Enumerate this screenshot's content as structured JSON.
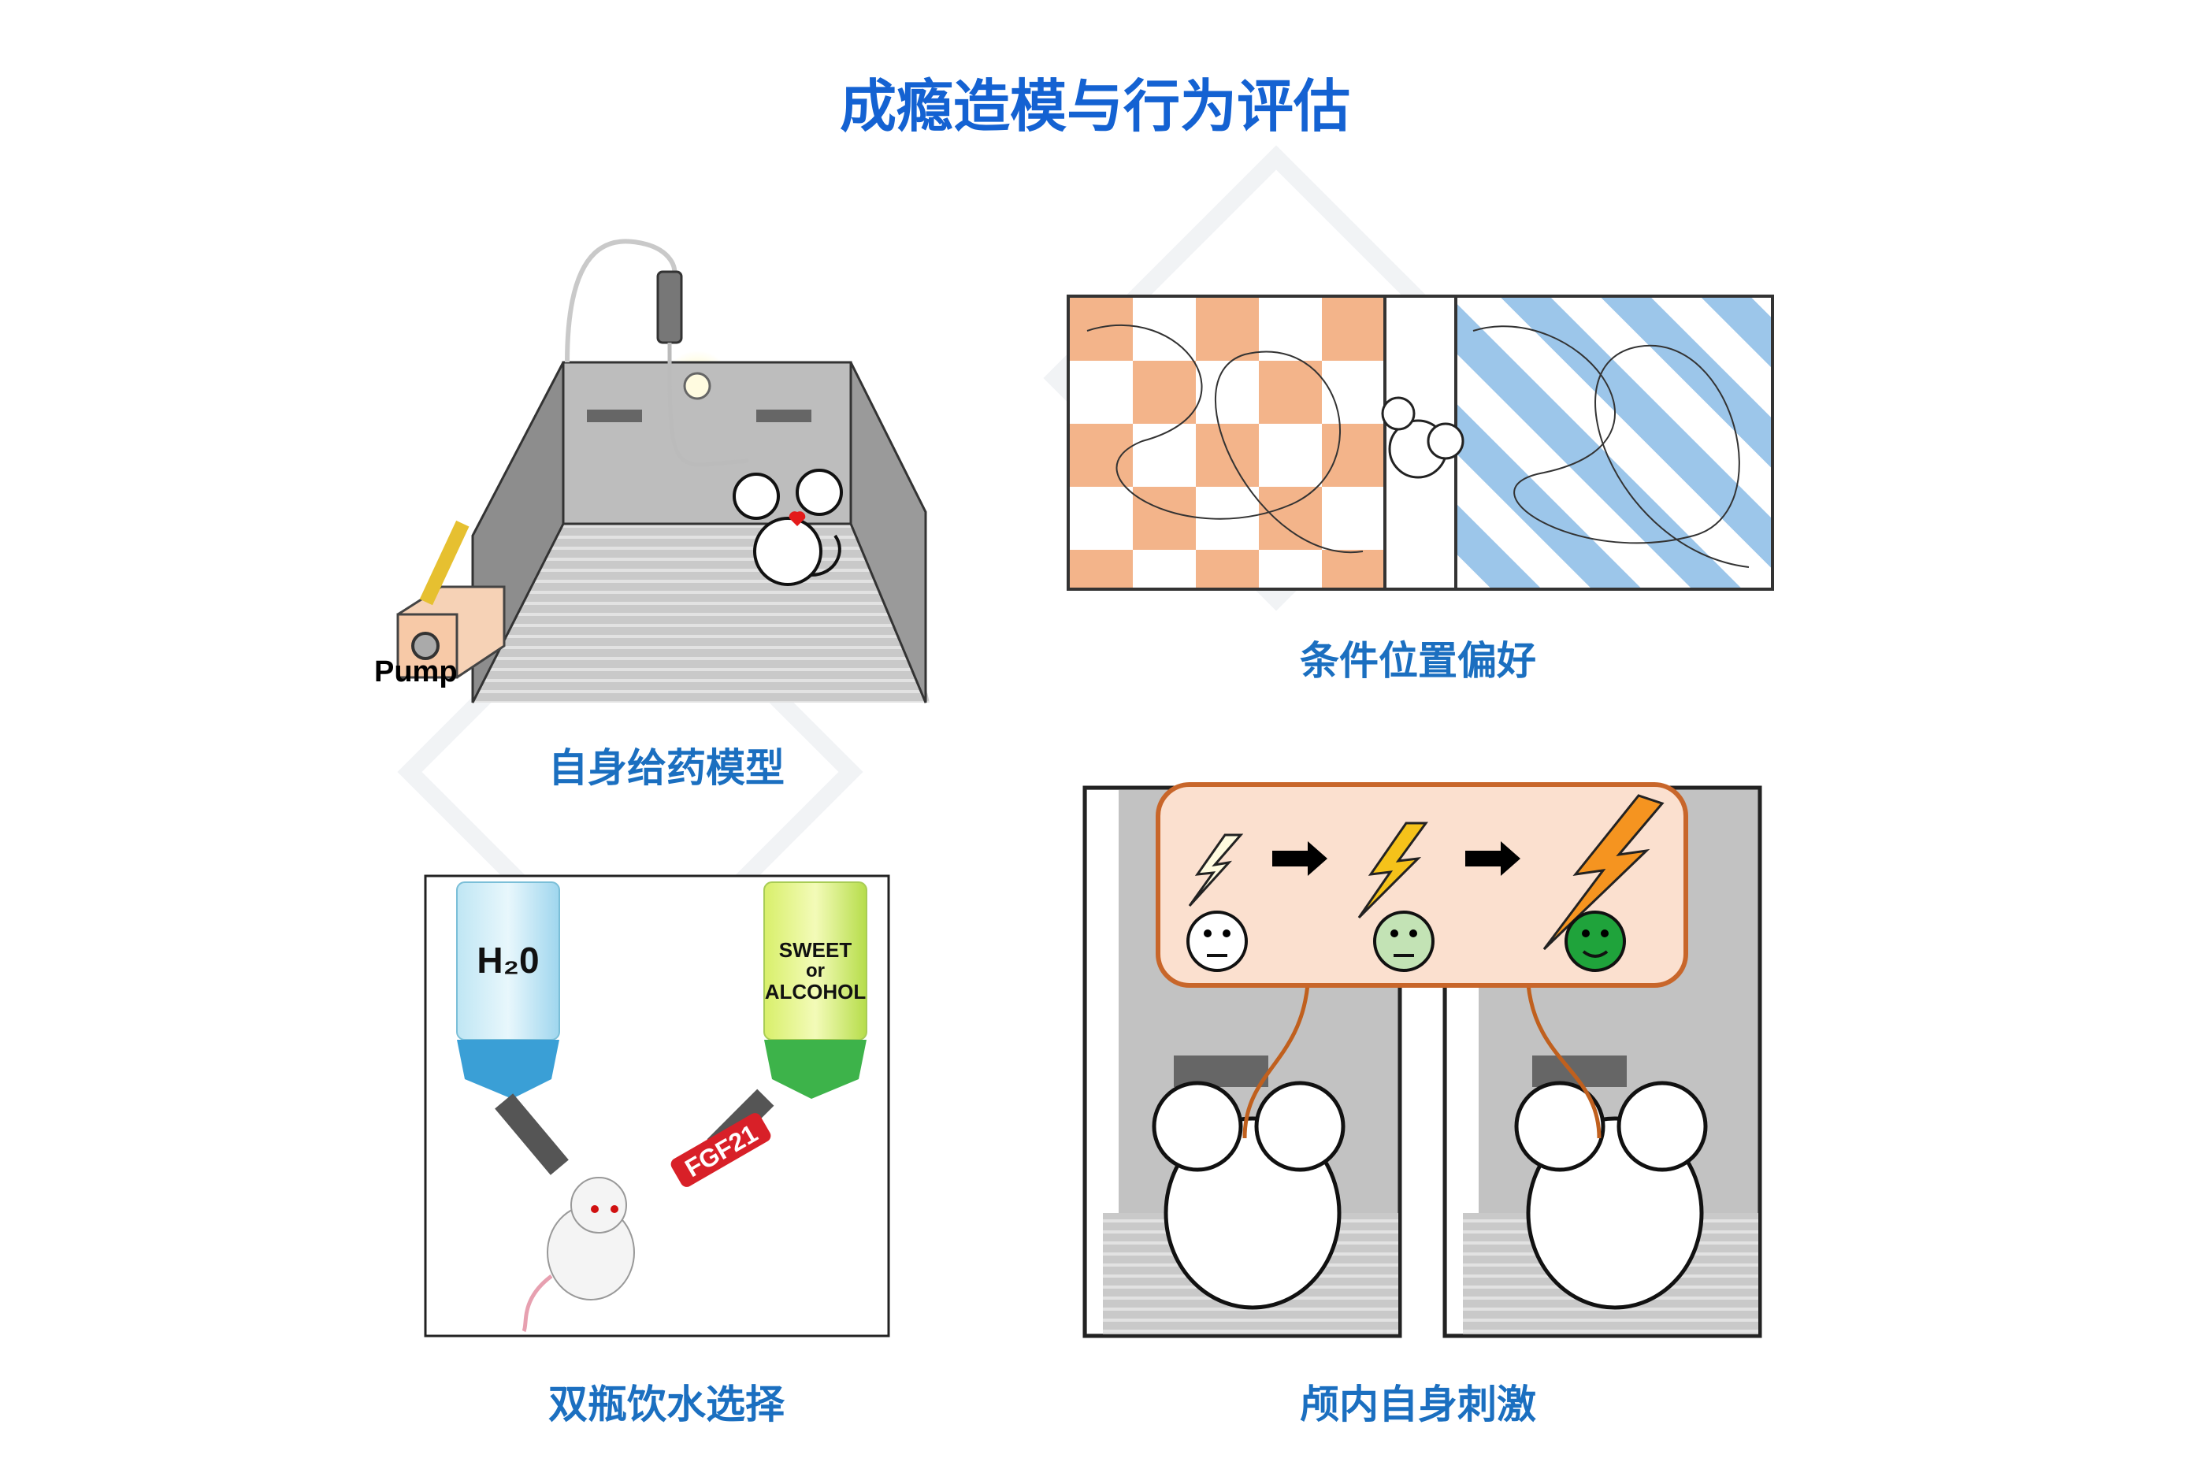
{
  "title": "成瘾造模与行为评估",
  "panels": {
    "self_administration": {
      "label": "自身给药模型",
      "pump_label": "Pump"
    },
    "cpp": {
      "label": "条件位置偏好"
    },
    "two_bottle": {
      "label": "双瓶饮水选择",
      "bottle_left": "H₂0",
      "bottle_right_lines": [
        "SWEET",
        "or",
        "ALCOHOL"
      ],
      "tag": "FGF21"
    },
    "icss": {
      "label": "颅内自身刺激"
    }
  },
  "colors": {
    "title": "#1462d2",
    "label": "#1b6fc0",
    "cpp_orange": "#f3b48a",
    "cpp_blue": "#9cc6ea",
    "icss_box": "#fbe0cf",
    "icss_border": "#c8662a"
  }
}
